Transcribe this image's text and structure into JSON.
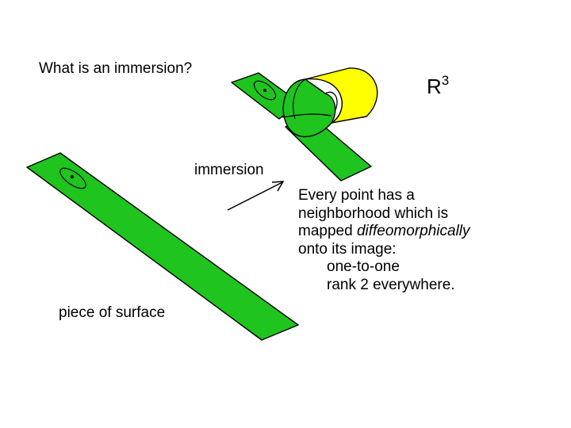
{
  "title": "What is an immersion?",
  "space_label": {
    "base": "R",
    "exponent": "3"
  },
  "immersion_label": "immersion",
  "surface_label": "piece of surface",
  "description": {
    "line1": "Every point has a",
    "line2": "neighborhood which is",
    "line3_prefix": "mapped ",
    "line3_emph": "diffeomorphically",
    "line4": "onto its image:",
    "line5": "one-to-one",
    "line6": "rank 2 everywhere."
  },
  "colors": {
    "surface_fill": "#1fc41f",
    "tube_fill": "#ffff00",
    "outline": "#000000"
  },
  "icons": [
    "arrow-icon",
    "point-dot-icon",
    "neighborhood-ellipse-icon"
  ]
}
